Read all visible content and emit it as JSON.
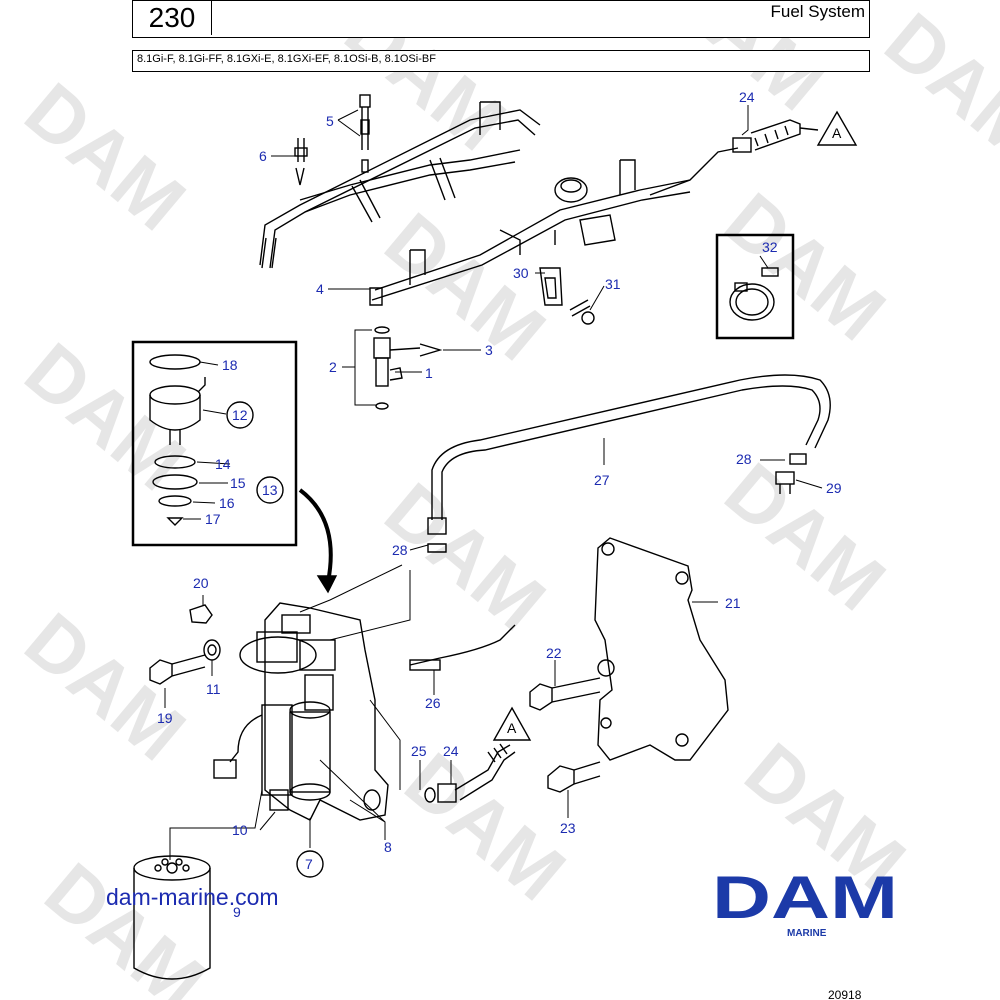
{
  "header": {
    "page_number": "230",
    "title": "Fuel System",
    "models": "8.1Gi-F, 8.1Gi-FF, 8.1GXi-E, 8.1GXi-EF, 8.1OSi-B, 8.1OSi-BF"
  },
  "callouts": {
    "c1": "1",
    "c2": "2",
    "c3": "3",
    "c4": "4",
    "c5": "5",
    "c6": "6",
    "c7": "7",
    "c8": "8",
    "c9": "9",
    "c10": "10",
    "c11": "11",
    "c12": "12",
    "c13": "13",
    "c14": "14",
    "c15": "15",
    "c16": "16",
    "c17": "17",
    "c18": "18",
    "c19": "19",
    "c20": "20",
    "c21": "21",
    "c22": "22",
    "c23": "23",
    "c24a": "24",
    "c24b": "24",
    "c25": "25",
    "c26": "26",
    "c27": "27",
    "c28a": "28",
    "c28b": "28",
    "c29": "29",
    "c30": "30",
    "c31": "31",
    "c32": "32",
    "refA1": "A",
    "refA2": "A"
  },
  "watermark": "DAM",
  "footer": {
    "website": "dam-marine.com",
    "brand": "DAM",
    "brand_sub": "MARINE",
    "figure_number": "20918"
  },
  "colors": {
    "callout": "#1c2bb0",
    "brand": "#1c3aa8",
    "watermark": "#e6e6e6"
  }
}
